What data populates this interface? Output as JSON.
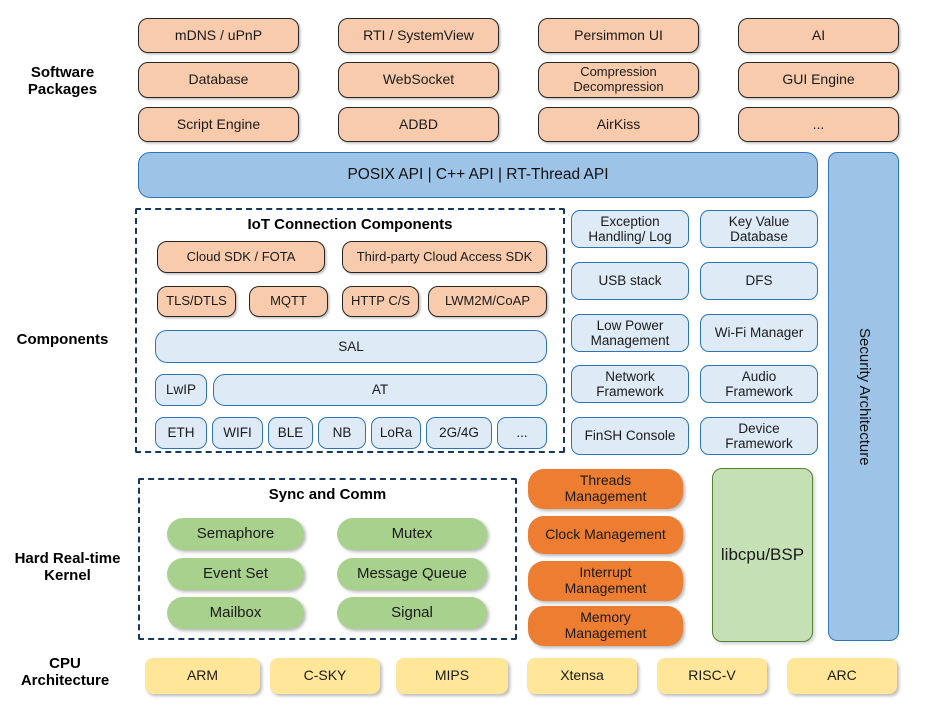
{
  "labels": {
    "software": [
      "Software",
      "Packages"
    ],
    "components": "Components",
    "kernel": [
      "Hard Real-time",
      "Kernel"
    ],
    "cpu": [
      "CPU",
      "Architecture"
    ]
  },
  "software_packages": [
    "mDNS / uPnP",
    "RTI / SystemView",
    "Persimmon UI",
    "AI",
    "Database",
    "WebSocket",
    [
      "Compression",
      "Decompression"
    ],
    "GUI Engine",
    "Script Engine",
    "ADBD",
    "AirKiss",
    "..."
  ],
  "api_bar": "POSIX API | C++ API | RT-Thread API",
  "security_bar": "Security Architecture",
  "iot": {
    "title": "IoT Connection Components",
    "cloud_sdk": "Cloud SDK / FOTA",
    "third_party": "Third-party Cloud Access SDK",
    "protocols": [
      "TLS/DTLS",
      "MQTT",
      "HTTP C/S",
      "LWM2M/CoAP"
    ],
    "sal": "SAL",
    "lwip": "LwIP",
    "at": "AT",
    "links": [
      "ETH",
      "WIFI",
      "BLE",
      "NB",
      "LoRa",
      "2G/4G",
      "..."
    ]
  },
  "services": [
    [
      "Exception",
      "Handling/ Log"
    ],
    [
      "Key Value",
      "Database"
    ],
    "USB stack",
    "DFS",
    [
      "Low Power",
      "Management"
    ],
    "Wi-Fi Manager",
    [
      "Network",
      "Framework"
    ],
    [
      "Audio",
      "Framework"
    ],
    "FinSH Console",
    [
      "Device",
      "Framework"
    ]
  ],
  "kernel": {
    "sync_title": "Sync and Comm",
    "sync_items": [
      "Semaphore",
      "Mutex",
      "Event Set",
      "Message Queue",
      "Mailbox",
      "Signal"
    ],
    "management": [
      [
        "Threads",
        "Management"
      ],
      "Clock Management",
      [
        "Interrupt",
        "Management"
      ],
      [
        "Memory",
        "Management"
      ]
    ],
    "libcpu": "libcpu/BSP"
  },
  "cpu_archs": [
    "ARM",
    "C-SKY",
    "MIPS",
    "Xtensa",
    "RISC-V",
    "ARC"
  ],
  "colors": {
    "peach": "#F8CBAD",
    "peach_border": "#262626",
    "blue": "#9DC3E6",
    "blue_border": "#2E74B5",
    "light_blue": "#DEEBF7",
    "green": "#A9D18E",
    "light_green": "#C5E0B4",
    "green_border": "#538135",
    "orange": "#ED7D31",
    "yellow": "#FFE699",
    "dash_border": "#17375E"
  }
}
